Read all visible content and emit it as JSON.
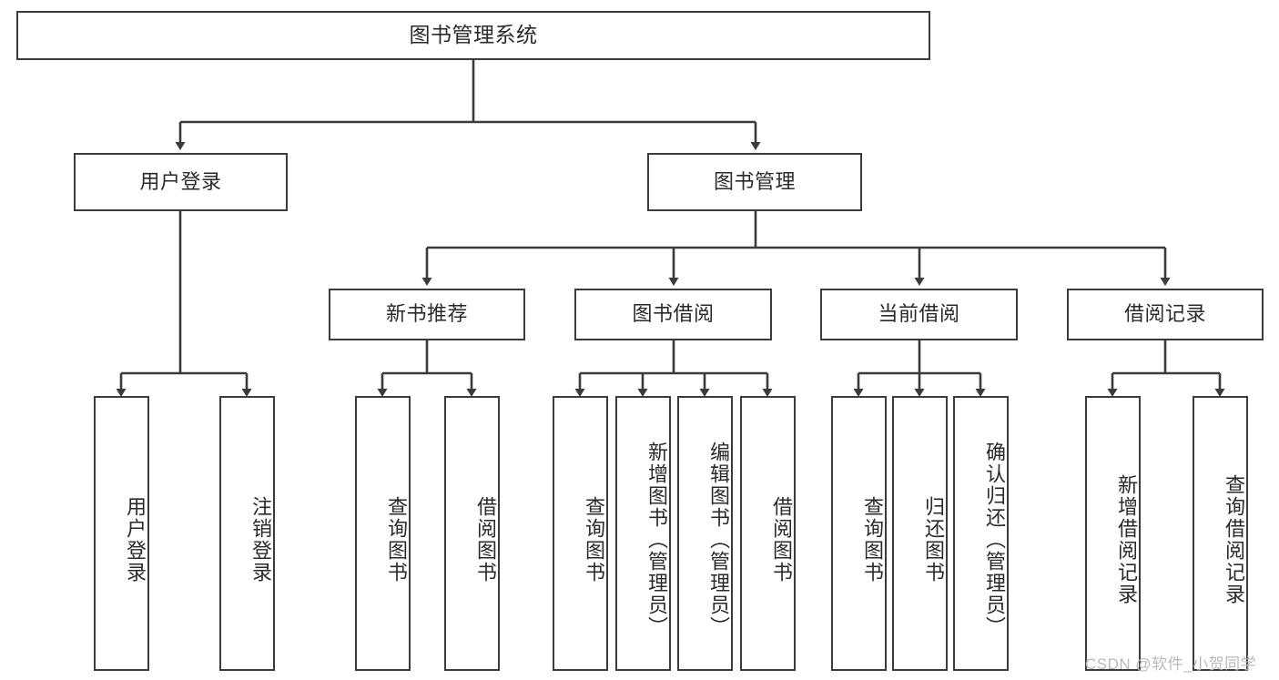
{
  "diagram": {
    "title": "图书管理系统",
    "watermark": "CSDN @软件_小贺同学",
    "style": {
      "stroke": "#3b3b3b",
      "fill": "#ffffff",
      "text": "#2a2a2a",
      "watermark_color": "#b9b9b9"
    },
    "levels": {
      "root": {
        "label": "图书管理系统"
      },
      "level2": [
        {
          "label": "用户登录"
        },
        {
          "label": "图书管理"
        }
      ],
      "level3": [
        {
          "label": "新书推荐"
        },
        {
          "label": "图书借阅"
        },
        {
          "label": "当前借阅"
        },
        {
          "label": "借阅记录"
        }
      ],
      "leaves": {
        "user_login": [
          {
            "label": "用户登录"
          },
          {
            "label": "注销登录"
          }
        ],
        "new_book_recommend": [
          {
            "label": "查询图书"
          },
          {
            "label": "借阅图书"
          }
        ],
        "book_borrow": [
          {
            "label": "查询图书"
          },
          {
            "label": "新增图书（管理员）"
          },
          {
            "label": "编辑图书（管理员）"
          },
          {
            "label": "借阅图书"
          }
        ],
        "current_borrow": [
          {
            "label": "查询图书"
          },
          {
            "label": "归还图书"
          },
          {
            "label": "确认归还（管理员）"
          }
        ],
        "borrow_record": [
          {
            "label": "新增借阅记录"
          },
          {
            "label": "查询借阅记录"
          }
        ]
      }
    }
  }
}
